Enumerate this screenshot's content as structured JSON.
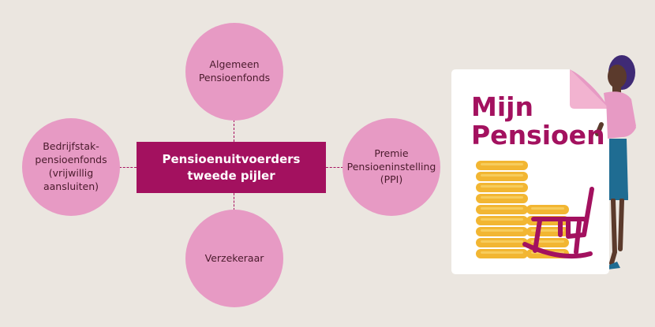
{
  "diagram": {
    "center": "Pensioenuitvoerders\ntweede pijler",
    "nodes": {
      "top": "Algemeen\nPensioenfonds",
      "left": "Bedrijfstak-\npensioenfonds\n(vrijwillig\naansluiten)",
      "right": "Premie\nPensioeninstelling\n(PPI)",
      "bottom": "Verzekeraar"
    }
  },
  "illustration": {
    "document_title": "Mijn\nPensioen",
    "icons": [
      "document-icon",
      "coin-stacks-icon",
      "rocking-chair-icon",
      "person-icon"
    ]
  },
  "colors": {
    "background": "#ebe6e0",
    "accent": "#a3115f",
    "circle": "#e79ac4",
    "coin": "#f2b632"
  }
}
